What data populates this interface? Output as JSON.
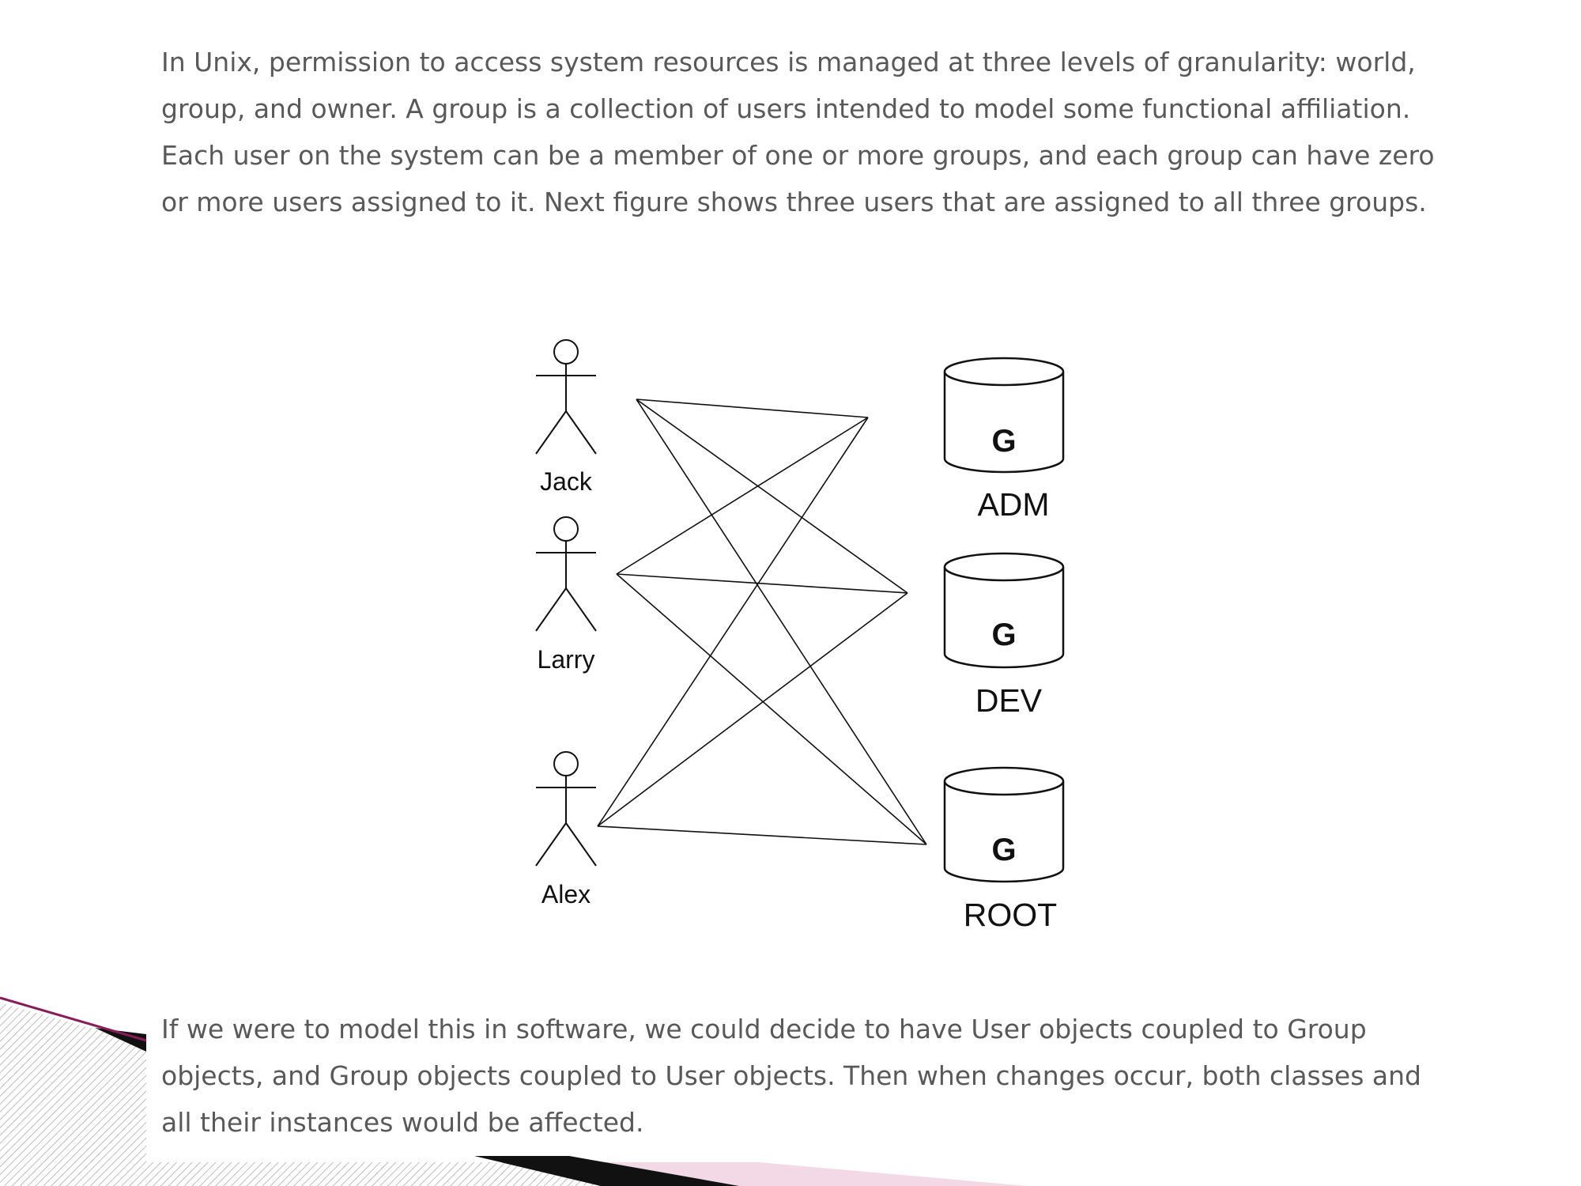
{
  "text": {
    "intro": "In Unix, permission to access system resources is managed at three levels of granularity: world, group, and owner. A group is a collection of users intended to model some functional affiliation. Each user on the system can be a member of one or more groups, and each group can have zero or more users assigned to it. Next figure shows three users that are assigned to all three groups.",
    "conclusion": "If we were to model this in software, we could decide to have User objects coupled to Group objects, and Group objects coupled to User objects. Then when changes occur, both classes and all their instances would be affected."
  },
  "diagram": {
    "users": [
      {
        "name": "Jack"
      },
      {
        "name": "Larry"
      },
      {
        "name": "Alex"
      }
    ],
    "groups": [
      {
        "symbol": "G",
        "name": "ADM"
      },
      {
        "symbol": "G",
        "name": "DEV"
      },
      {
        "symbol": "G",
        "name": "ROOT"
      }
    ],
    "icons": {
      "user": "stick-figure-actor-icon",
      "group": "database-cylinder-icon"
    },
    "colors": {
      "text": "#595959",
      "stroke": "#111111",
      "accent": "#8b1a5a",
      "pink": "#f3d9e6"
    }
  }
}
